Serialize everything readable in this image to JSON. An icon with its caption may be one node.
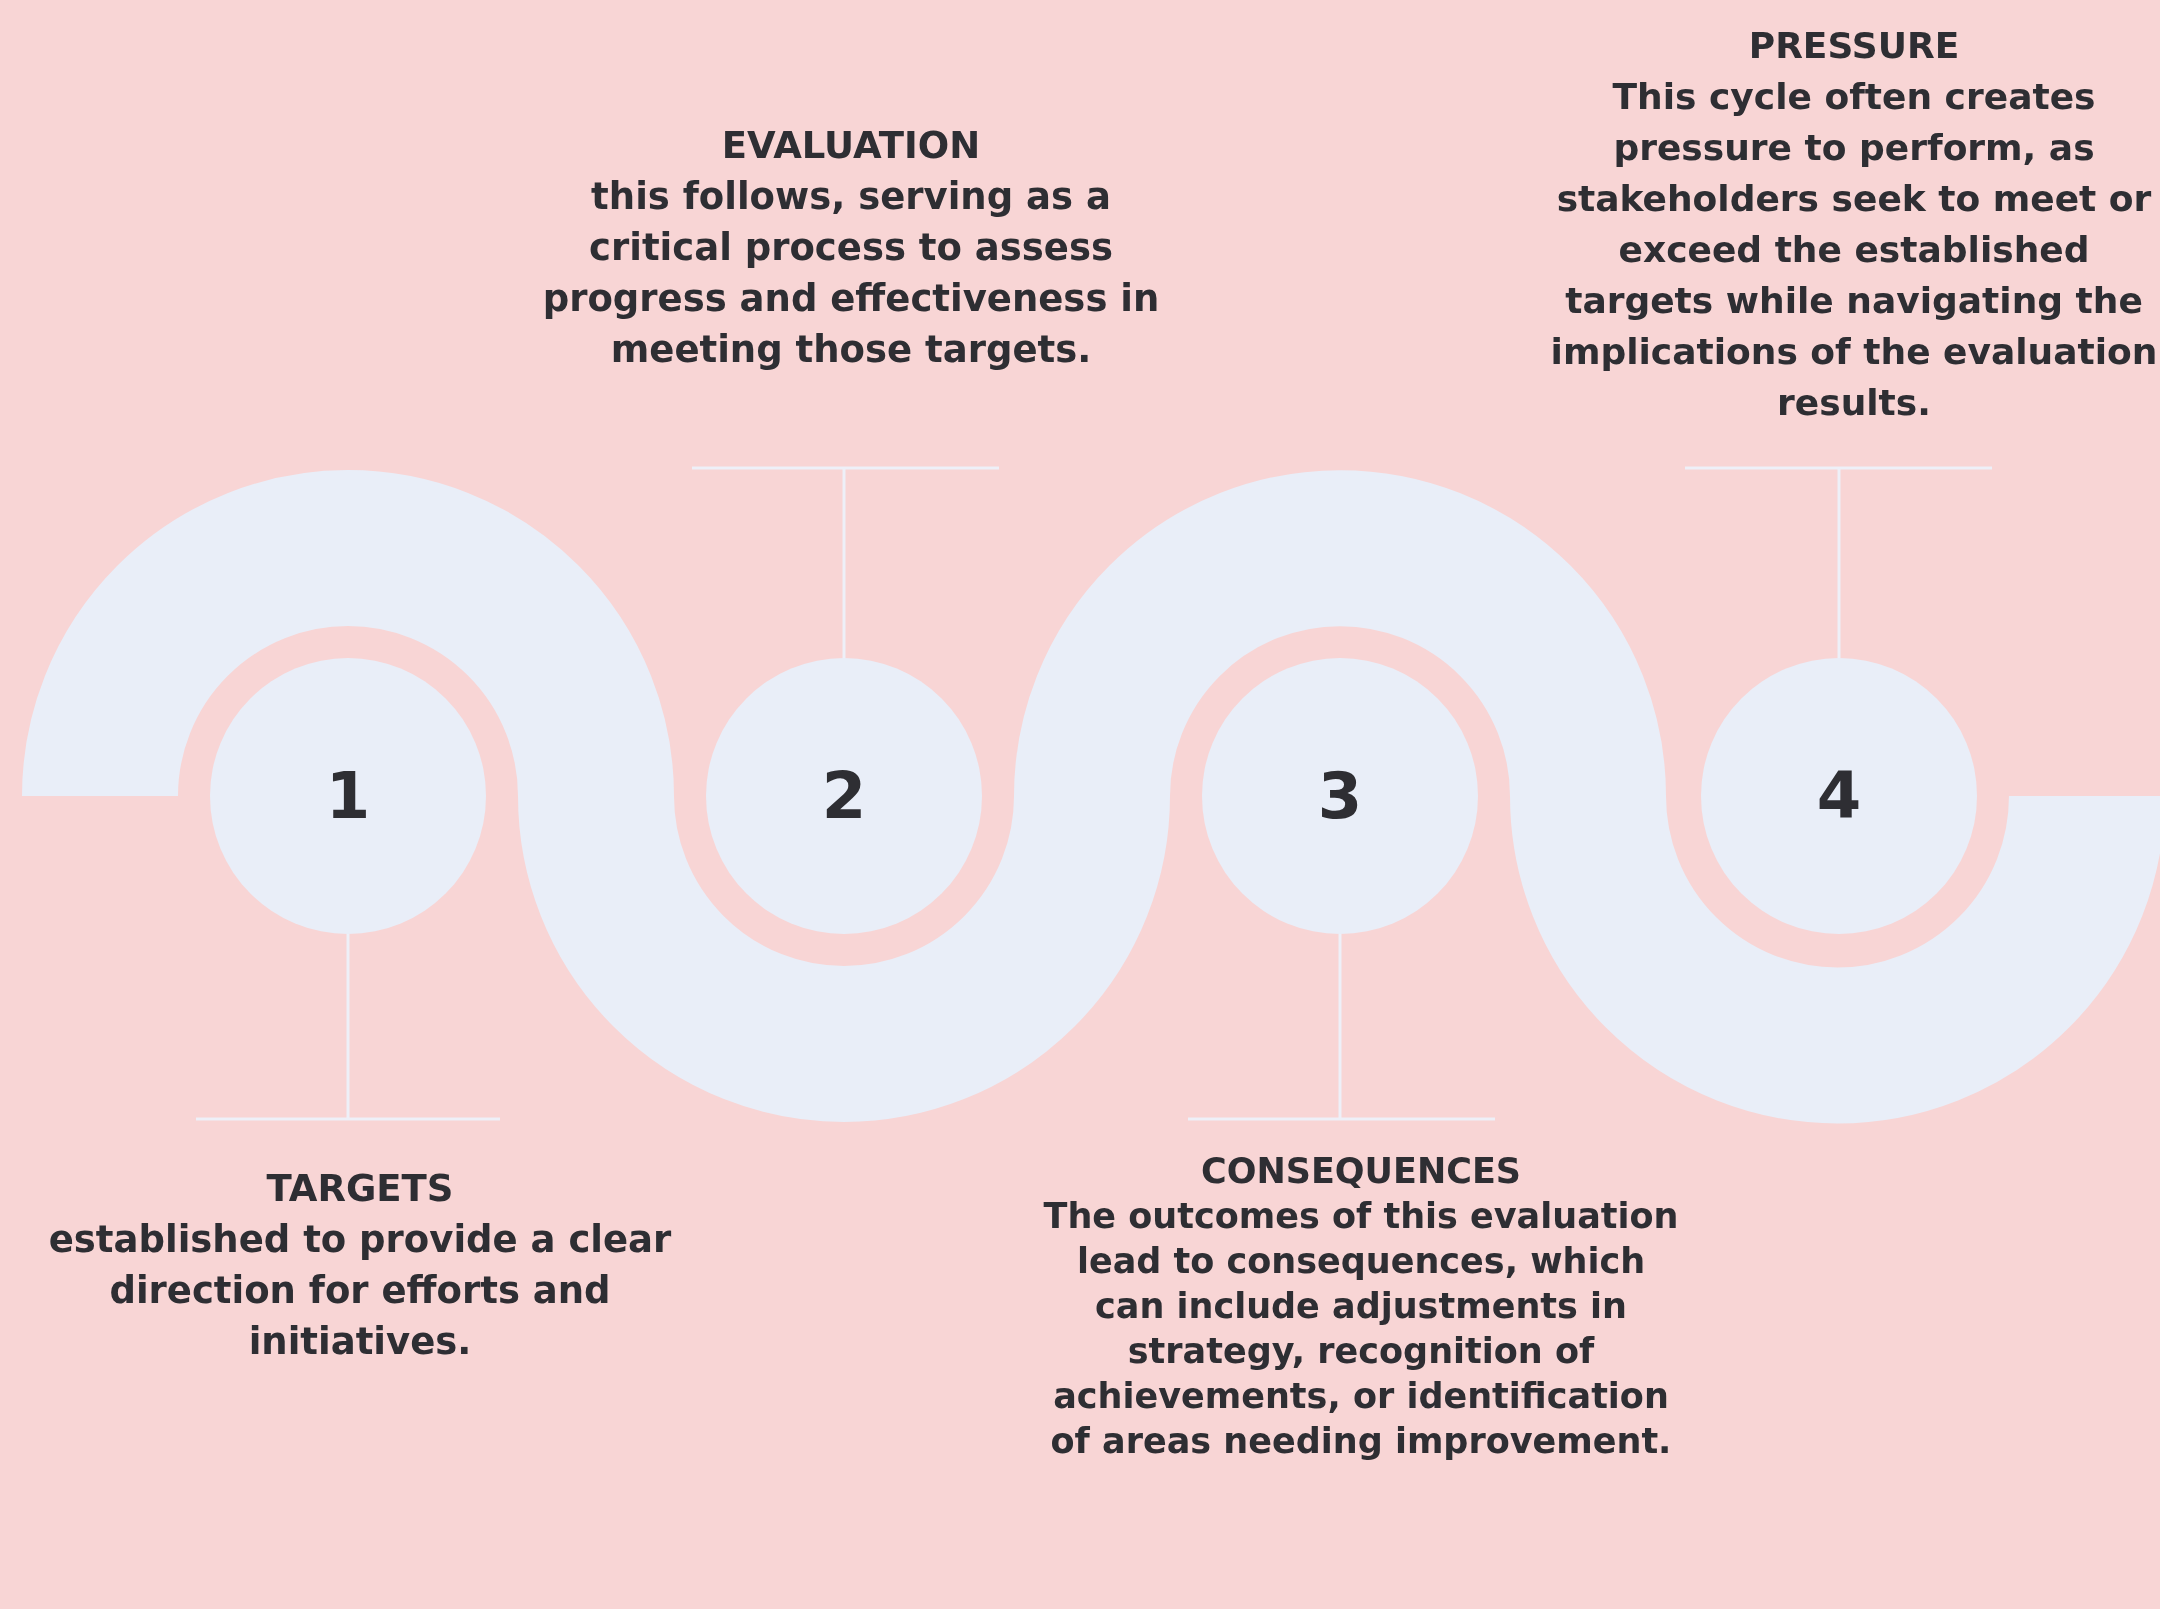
{
  "diagram": {
    "nodes": [
      {
        "text": [
          "1"
        ]
      },
      {
        "text": [
          "2"
        ]
      },
      {
        "text": [
          "3"
        ]
      },
      {
        "text": [
          "4"
        ]
      },
      {
        "text": [
          "TARGETS",
          "established to provide a clear direction for efforts and initiatives."
        ]
      },
      {
        "text": [
          "EVALUATION",
          "this follows, serving as a critical process to assess progress and effectiveness in meeting those targets."
        ]
      },
      {
        "text": [
          "CONSEQUENCES",
          "The outcomes of this evaluation lead to consequences, which can include adjustments in strategy, recognition of achievements, or identification of areas needing improvement."
        ]
      },
      {
        "text": [
          "PRESSURE",
          "This cycle often creates pressure to perform, as stakeholders seek to meet or exceed the established targets while navigating the implications of the evaluation results."
        ]
      }
    ],
    "edges": [
      {
        "from": 4,
        "to": 0,
        "arrow": "none"
      },
      {
        "from": 5,
        "to": 1,
        "arrow": "none"
      },
      {
        "from": 6,
        "to": 2,
        "arrow": "none"
      },
      {
        "from": 7,
        "to": 3,
        "arrow": "none"
      }
    ]
  }
}
